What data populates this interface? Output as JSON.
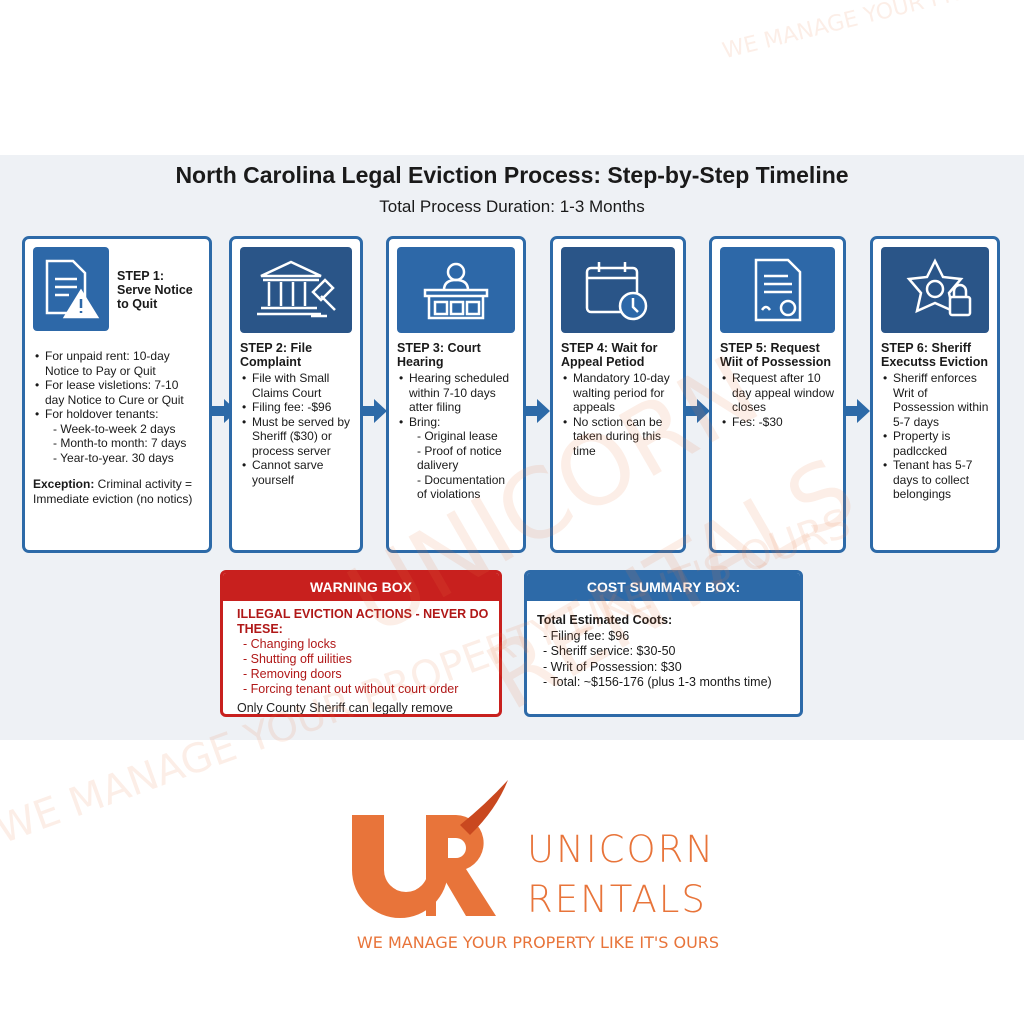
{
  "title": "North Carolina Legal Eviction Process: Step-by-Step Timeline",
  "subtitle": "Total Process Duration: 1-3 Months",
  "steps": [
    {
      "heading": "STEP 1: Serve Notice to Quit",
      "icon": "notice-warning-icon",
      "items": [
        {
          "t": "For unpaid rent: 10-day Notice to Pay or Quit",
          "sub": false
        },
        {
          "t": "For lease visletions: 7-10 day Notice to Cure or Quit",
          "sub": false
        },
        {
          "t": "For holdover tenants:",
          "sub": false
        },
        {
          "t": "- Week-to-week 2 days",
          "sub": true
        },
        {
          "t": "- Month-to month: 7 days",
          "sub": true
        },
        {
          "t": "- Year-to-year. 30 days",
          "sub": true
        }
      ],
      "exception_label": "Exception:",
      "exception_text": " Criminal activity = Immediate eviction (no notics)"
    },
    {
      "heading": "STEP 2: File Complaint",
      "icon": "courthouse-gavel-icon",
      "items": [
        {
          "t": "File with Small Claims Court",
          "sub": false
        },
        {
          "t": "Filing fee: -$96",
          "sub": false
        },
        {
          "t": "Must be served by Sheriff ($30) or process server",
          "sub": false
        },
        {
          "t": "Cannot sarve yourself",
          "sub": false
        }
      ]
    },
    {
      "heading": "STEP 3: Court Hearing",
      "icon": "judge-icon",
      "items": [
        {
          "t": "Hearing scheduled within 7-10 days atter filing",
          "sub": false
        },
        {
          "t": "Bring:",
          "sub": false
        },
        {
          "t": "- Original lease",
          "sub": true
        },
        {
          "t": "- Proof of notice dalivery",
          "sub": true
        },
        {
          "t": "- Documentation of violations",
          "sub": true
        }
      ]
    },
    {
      "heading": "STEP 4: Wait for Appeal Petiod",
      "icon": "calendar-clock-icon",
      "items": [
        {
          "t": "Mandatory 10-day walting period for appeals",
          "sub": false
        },
        {
          "t": "No sction can be taken during this time",
          "sub": false
        }
      ]
    },
    {
      "heading": "STEP 5: Request Wiit of Possession",
      "icon": "certificate-document-icon",
      "items": [
        {
          "t": "Request after 10 day appeal window closes",
          "sub": false
        },
        {
          "t": "Fes: -$30",
          "sub": false
        }
      ]
    },
    {
      "heading": "STEP 6: Sheriff Executss Eviction",
      "icon": "sheriff-badge-lock-icon",
      "items": [
        {
          "t": "Sheriff enforces Writ of Possession within 5-7 days",
          "sub": false
        },
        {
          "t": "Property is padlccked",
          "sub": false
        },
        {
          "t": "Tenant has 5-7 days to collect belongings",
          "sub": false
        }
      ]
    }
  ],
  "warning": {
    "header": "WARNING BOX",
    "title": "ILLEGAL EVICTION ACTIONS - NEVER DO THESE:",
    "items": [
      "- Changing locks",
      "- Shutting off uilities",
      "- Removing doors",
      "- Forcing tenant out without court order"
    ],
    "footer": "Only County Sheriff can legally remove tenants"
  },
  "cost": {
    "header": "COST SUMMARY BOX:",
    "title": "Total Estimated Coots:",
    "items": [
      "- Filing fee: $96",
      "- Sheriff service: $30-50",
      "- Writ of Possession: $30",
      "- Total: ~$156-176 (plus 1-3 months time)"
    ]
  },
  "brand": {
    "mark": "UR",
    "line1": "UNICORN",
    "line2": "RENTALS",
    "tagline": "WE MANAGE YOUR PROPERTY LIKE IT'S OURS"
  },
  "watermark": {
    "text1": "WE MANAGE YOUR PROPERTY LIKE IT'S OURS",
    "text2": "UNICORN",
    "text3": "RENTALS"
  },
  "colors": {
    "primary": "#2d6aa8",
    "warning": "#c8201e",
    "brand": "#e8743a"
  }
}
